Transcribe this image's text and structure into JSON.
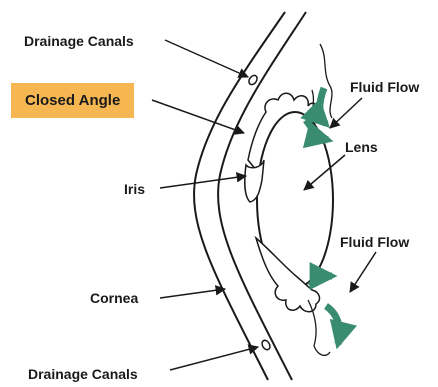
{
  "labels": {
    "drainage_top": "Drainage Canals",
    "closed_angle": "Closed Angle",
    "iris": "Iris",
    "cornea": "Cornea",
    "drainage_bottom": "Drainage Canals",
    "fluid_flow_top": "Fluid Flow",
    "lens": "Lens",
    "fluid_flow_bottom": "Fluid Flow"
  },
  "colors": {
    "highlight": "#f6b752",
    "arrow_green": "#3a8c70",
    "ink": "#1a1a1a"
  }
}
